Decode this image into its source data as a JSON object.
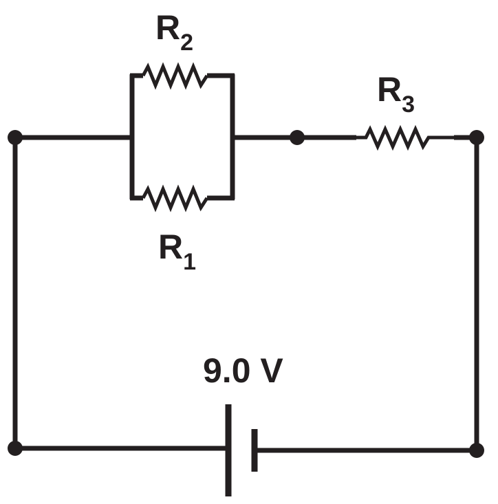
{
  "colors": {
    "ink": "#231f20",
    "background": "#ffffff"
  },
  "resistors": [
    {
      "id": "R2",
      "letter": "R",
      "subscript": "2"
    },
    {
      "id": "R1",
      "letter": "R",
      "subscript": "1"
    },
    {
      "id": "R3",
      "letter": "R",
      "subscript": "3"
    }
  ],
  "battery": {
    "voltage_label": "9.0 V"
  }
}
